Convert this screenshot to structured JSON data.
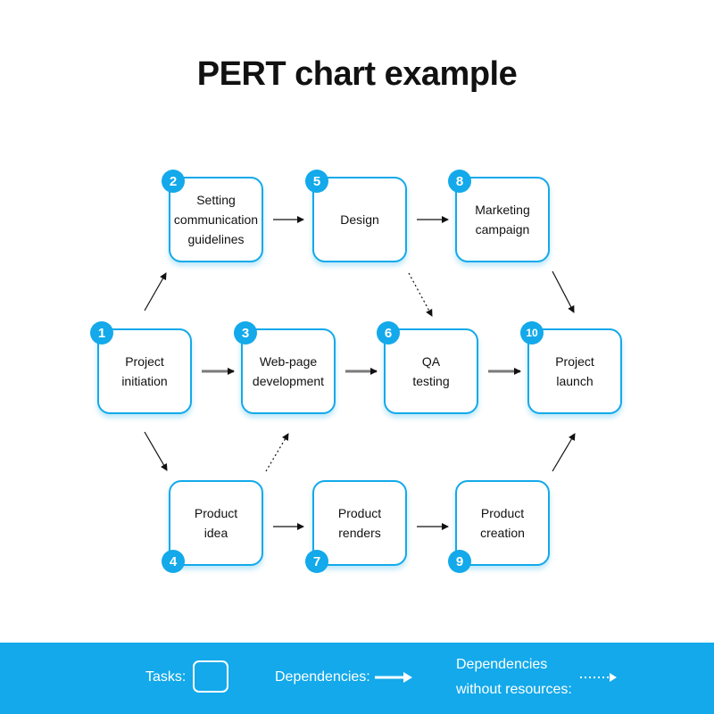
{
  "title": "PERT chart example",
  "tasks": [
    {
      "id": "1",
      "label": "Project\ninitiation"
    },
    {
      "id": "2",
      "label": "Setting\ncommunication\nguidelines"
    },
    {
      "id": "3",
      "label": "Web-page\ndevelopment"
    },
    {
      "id": "4",
      "label": "Product\nidea"
    },
    {
      "id": "5",
      "label": "Design"
    },
    {
      "id": "6",
      "label": "QA\ntesting"
    },
    {
      "id": "7",
      "label": "Product\nrenders"
    },
    {
      "id": "8",
      "label": "Marketing\ncampaign"
    },
    {
      "id": "9",
      "label": "Product\ncreation"
    },
    {
      "id": "10",
      "label": "Project\nlaunch"
    }
  ],
  "dependencies": [
    {
      "from": "1",
      "to": "2",
      "style": "solid"
    },
    {
      "from": "1",
      "to": "3",
      "style": "solid"
    },
    {
      "from": "1",
      "to": "4",
      "style": "solid"
    },
    {
      "from": "2",
      "to": "5",
      "style": "solid"
    },
    {
      "from": "3",
      "to": "6",
      "style": "solid"
    },
    {
      "from": "4",
      "to": "3",
      "style": "dotted"
    },
    {
      "from": "4",
      "to": "7",
      "style": "solid"
    },
    {
      "from": "5",
      "to": "8",
      "style": "solid"
    },
    {
      "from": "5",
      "to": "6",
      "style": "dotted"
    },
    {
      "from": "6",
      "to": "10",
      "style": "solid"
    },
    {
      "from": "7",
      "to": "9",
      "style": "solid"
    },
    {
      "from": "8",
      "to": "10",
      "style": "solid"
    },
    {
      "from": "9",
      "to": "10",
      "style": "solid"
    }
  ],
  "legend": {
    "tasks_label": "Tasks:",
    "dependencies_label": "Dependencies:",
    "dependencies_without_resources_line1": "Dependencies",
    "dependencies_without_resources_line2": "without resources:"
  },
  "colors": {
    "accent": "#13a9ea",
    "text": "#111111",
    "arrow": "#111111"
  }
}
